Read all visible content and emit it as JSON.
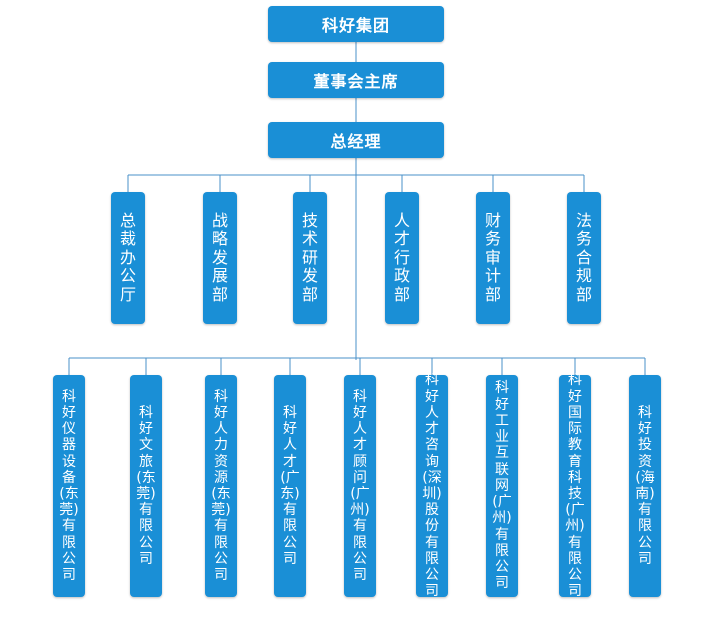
{
  "top": [
    "科好集团",
    "董事会主席",
    "总经理"
  ],
  "departments": [
    "总裁办公厅",
    "战略发展部",
    "技术研发部",
    "人才行政部",
    "财务审计部",
    "法务合规部"
  ],
  "subsidiaries": [
    "科好仪器设备(东莞)有限公司",
    "科好文旅(东莞)有限公司",
    "科好人力资源(东莞)有限公司",
    "科好人才(广东)有限公司",
    "科好人才顾问(广州)有限公司",
    "科好人才咨询(深圳)股份有限公司",
    "科好工业互联网(广州)有限公司",
    "科好国际教育科技(广州)有限公司",
    "科好投资(海南)有限公司"
  ],
  "colors": {
    "box": "#1a8fd6",
    "line": "#4a90c8"
  }
}
